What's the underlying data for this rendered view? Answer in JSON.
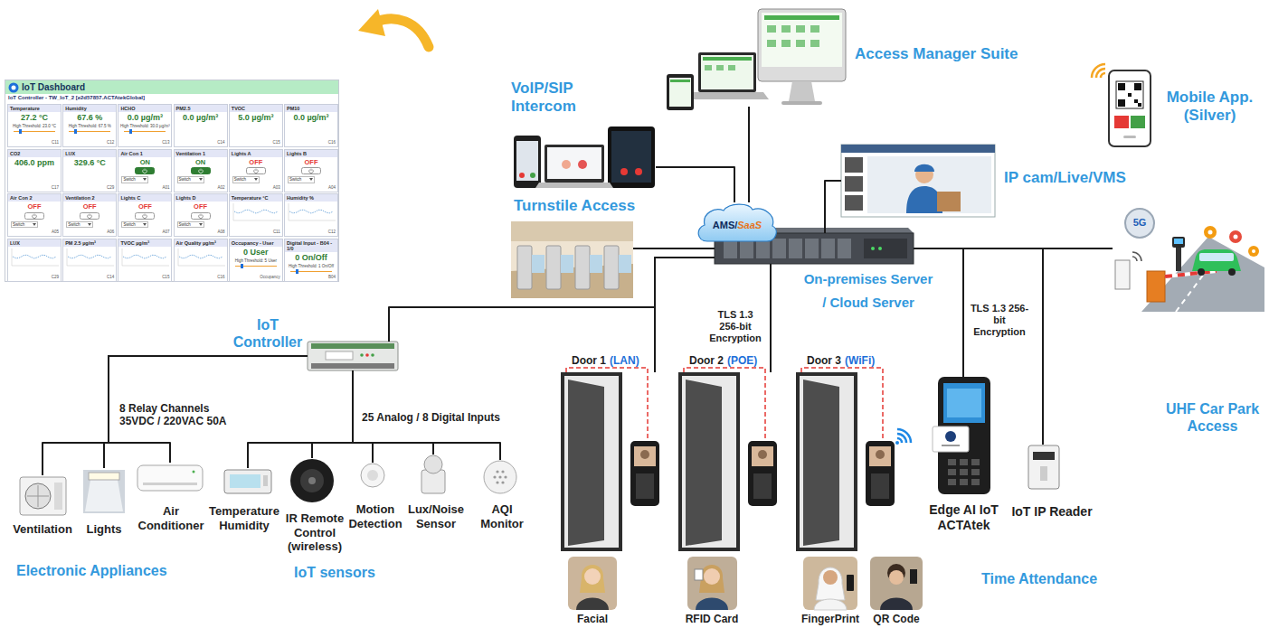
{
  "diagram": {
    "nodes": [
      {
        "text": [
          "IoT Dashboard",
          "IoT Controller - TW_IoT_2 [e2d57857.ACTAtekGlobal]"
        ]
      },
      {
        "text": [
          "Temperature",
          "27.2 °C",
          "High Threshold: 23.0 °C",
          "C11"
        ],
        "in": 0
      },
      {
        "text": [
          "Humidity",
          "67.6 %",
          "High Threshold: 67.5 %",
          "C12"
        ],
        "in": 0
      },
      {
        "text": [
          "HCHO",
          "0.0 µg/m³",
          "High Threshold: 30.0 µg/m³",
          "C13"
        ],
        "in": 0
      },
      {
        "text": [
          "PM2.5",
          "0.0 µg/m³",
          "C14"
        ],
        "in": 0
      },
      {
        "text": [
          "TVOC",
          "5.0 µg/m³",
          "C15"
        ],
        "in": 0
      },
      {
        "text": [
          "PM10",
          "0.0 µg/m³",
          "C16"
        ],
        "in": 0
      },
      {
        "text": [
          "CO2",
          "406.0 ppm",
          "C17"
        ],
        "in": 0
      },
      {
        "text": [
          "LUX",
          "329.6 °C",
          "C29"
        ],
        "in": 0
      },
      {
        "text": [
          "Air Con 1",
          "ON",
          "Switch",
          "A01"
        ],
        "in": 0
      },
      {
        "text": [
          "Ventilation 1",
          "ON",
          "Switch",
          "A02"
        ],
        "in": 0
      },
      {
        "text": [
          "Lights A",
          "OFF",
          "Switch",
          "A03"
        ],
        "in": 0
      },
      {
        "text": [
          "Lights B",
          "OFF",
          "Switch",
          "A04"
        ],
        "in": 0
      },
      {
        "text": [
          "Air Con 2",
          "OFF",
          "Switch",
          "A05"
        ],
        "in": 0
      },
      {
        "text": [
          "Ventilation 2",
          "OFF",
          "Switch",
          "A06"
        ],
        "in": 0
      },
      {
        "text": [
          "Lights C",
          "OFF",
          "Switch",
          "A07"
        ],
        "in": 0
      },
      {
        "text": [
          "Lights D",
          "OFF",
          "Switch",
          "A08"
        ],
        "in": 0
      },
      {
        "text": [
          "Temperature °C",
          "C11"
        ],
        "in": 0
      },
      {
        "text": [
          "Humidity %",
          "C12"
        ],
        "in": 0
      },
      {
        "text": [
          "LUX",
          "C29"
        ],
        "in": 0
      },
      {
        "text": [
          "PM 2.5 µg/m³",
          "C14"
        ],
        "in": 0
      },
      {
        "text": [
          "TVOC µg/m³",
          "C15"
        ],
        "in": 0
      },
      {
        "text": [
          "Air Quality µg/m³",
          "C16"
        ],
        "in": 0
      },
      {
        "text": [
          "Occupancy - User",
          "0 User",
          "High Threshold: 5 User",
          "Occupancy"
        ],
        "in": 0
      },
      {
        "text": [
          "Digital Input - B04 - 1/0",
          "0 On/Off",
          "High Threshold: 1 On/Off",
          "B04"
        ],
        "in": 0
      },
      {
        "text": [
          "VoIP/SIP Intercom"
        ]
      },
      {
        "text": [
          "Access Manager Suite"
        ]
      },
      {
        "text": [
          "Mobile App.(Silver)"
        ]
      },
      {
        "text": [
          "IP cam/Live/VMS"
        ]
      },
      {
        "text": [
          "Turnstile Access"
        ]
      },
      {
        "text": [
          "AMS/",
          "SaaS"
        ]
      },
      {
        "text": [
          "On-premises Server",
          "/ Cloud Server"
        ]
      },
      {
        "text": [
          "UHF Car Park Access"
        ]
      },
      {
        "text": [
          "IoT Controller"
        ]
      },
      {
        "text": [
          "Ventilation"
        ]
      },
      {
        "text": [
          "Lights"
        ]
      },
      {
        "text": [
          "Air Conditioner"
        ]
      },
      {
        "text": [
          "Temperature Humidity"
        ]
      },
      {
        "text": [
          "IR Remote Control (wireless)"
        ]
      },
      {
        "text": [
          "Motion Detection"
        ]
      },
      {
        "text": [
          "Lux/Noise Sensor"
        ]
      },
      {
        "text": [
          "AQI Monitor"
        ]
      },
      {
        "text": [
          "Door 1",
          "(LAN)"
        ]
      },
      {
        "text": [
          "Door 2",
          "(POE)"
        ]
      },
      {
        "text": [
          "Door 3",
          "(WiFi)"
        ]
      },
      {
        "text": [
          "Edge AI IoT ACTAtek"
        ]
      },
      {
        "text": [
          "IoT IP Reader"
        ]
      },
      {
        "text": [
          "Facial"
        ]
      },
      {
        "text": [
          "RFID Card"
        ]
      },
      {
        "text": [
          "FingerPrint"
        ]
      },
      {
        "text": [
          "QR Code"
        ]
      }
    ],
    "edges": [
      {
        "from": 25,
        "to": 30,
        "arrow": "none"
      },
      {
        "from": 26,
        "to": 30,
        "arrow": "none"
      },
      {
        "from": 31,
        "to": 28,
        "arrow": "none"
      },
      {
        "from": 31,
        "to": 29,
        "arrow": "none"
      },
      {
        "from": 31,
        "to": 32,
        "arrow": "none"
      },
      {
        "from": 31,
        "to": 33,
        "arrow": "none"
      },
      {
        "from": 31,
        "to": 42,
        "arrow": "none"
      },
      {
        "from": 31,
        "to": 43,
        "label": "TLS 1.3 256-bit Encryption",
        "arrow": "none"
      },
      {
        "from": 31,
        "to": 45,
        "label": "TLS 1.3 256-bit Encryption",
        "arrow": "none"
      },
      {
        "from": 31,
        "to": 46,
        "arrow": "none"
      },
      {
        "from": 33,
        "to": 34,
        "arrow": "none"
      },
      {
        "from": 33,
        "to": 35,
        "label": "8 Relay Channels 35VDC / 220VAC 50A",
        "arrow": "none"
      },
      {
        "from": 33,
        "to": 36,
        "arrow": "none"
      },
      {
        "from": 33,
        "to": 37,
        "arrow": "none"
      },
      {
        "from": 33,
        "to": 38,
        "label": "25 Analog / 8 Digital Inputs",
        "arrow": "none"
      },
      {
        "from": 33,
        "to": 39,
        "arrow": "none"
      },
      {
        "from": 33,
        "to": 40,
        "arrow": "none"
      },
      {
        "from": 33,
        "to": 41,
        "arrow": "none"
      }
    ],
    "labels": [
      "Electronic Appliances",
      "IoT sensors",
      "Time Attendance",
      "5G"
    ]
  }
}
